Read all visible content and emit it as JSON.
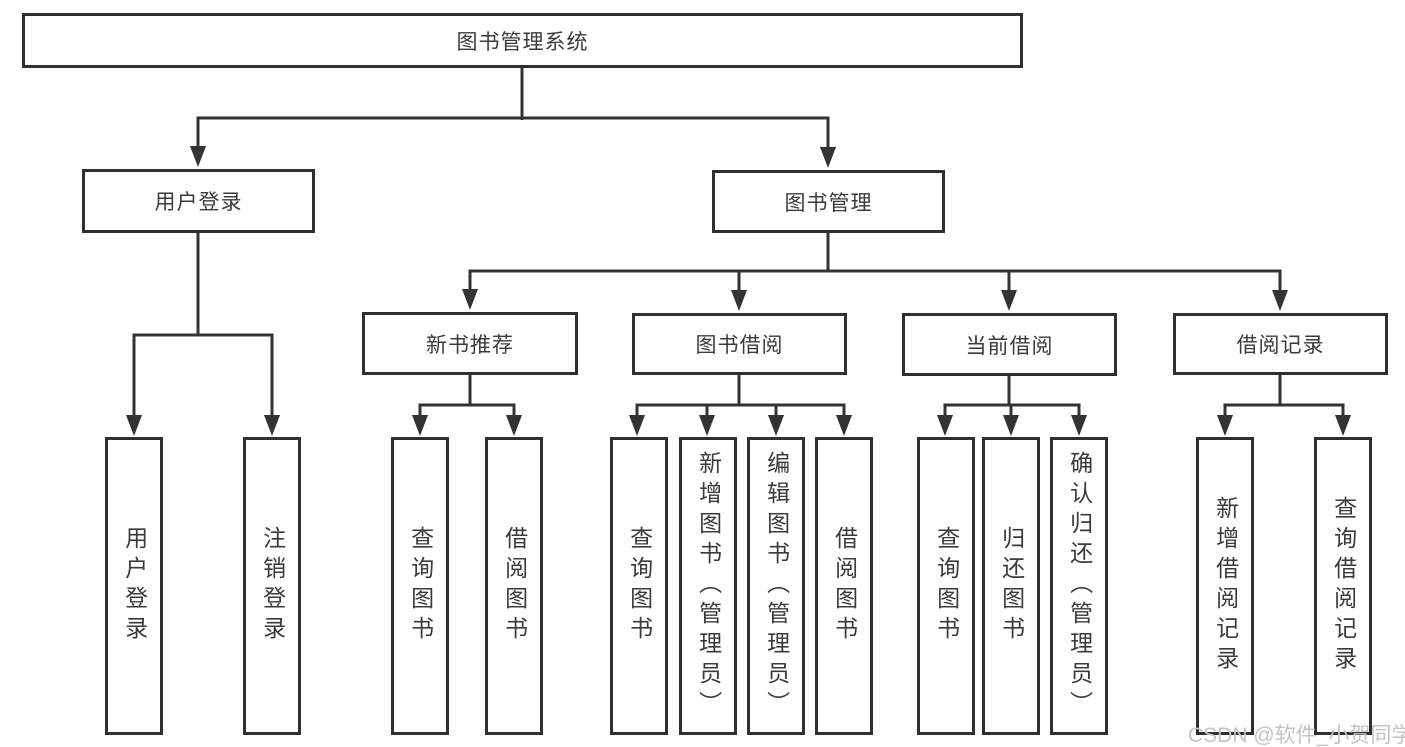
{
  "diagram": {
    "type": "tree",
    "title": "图书管理系统",
    "nodes": {
      "root": "图书管理系统",
      "l2_user_login": "用户登录",
      "l2_book_mgmt": "图书管理",
      "l3_new_book": "新书推荐",
      "l3_book_borrow": "图书借阅",
      "l3_current_borrow": "当前借阅",
      "l3_borrow_record": "借阅记录",
      "leaf_user_login": "用户登录",
      "leaf_logout": "注销登录",
      "leaf_newbook_query": "查询图书",
      "leaf_newbook_borrow": "借阅图书",
      "leaf_borrow_query": "查询图书",
      "leaf_borrow_add": "新增图书（管理员）",
      "leaf_borrow_edit": "编辑图书（管理员）",
      "leaf_borrow_borrow": "借阅图书",
      "leaf_current_query": "查询图书",
      "leaf_current_return": "归还图书",
      "leaf_current_confirm": "确认归还（管理员）",
      "leaf_record_add": "新增借阅记录",
      "leaf_record_query": "查询借阅记录"
    },
    "hierarchy": {
      "图书管理系统": [
        "用户登录",
        "图书管理"
      ],
      "用户登录": [
        "用户登录",
        "注销登录"
      ],
      "图书管理": [
        "新书推荐",
        "图书借阅",
        "当前借阅",
        "借阅记录"
      ],
      "新书推荐": [
        "查询图书",
        "借阅图书"
      ],
      "图书借阅": [
        "查询图书",
        "新增图书（管理员）",
        "编辑图书（管理员）",
        "借阅图书"
      ],
      "当前借阅": [
        "查询图书",
        "归还图书",
        "确认归还（管理员）"
      ],
      "借阅记录": [
        "新增借阅记录",
        "查询借阅记录"
      ]
    },
    "colors": {
      "line": "#333333",
      "box_border": "#2f2f2f",
      "box_fill": "#ffffff",
      "text": "#3b3b3b"
    }
  },
  "watermark": {
    "text": "CSDN @软件_小贺同学",
    "color": "#c9c2c2"
  }
}
